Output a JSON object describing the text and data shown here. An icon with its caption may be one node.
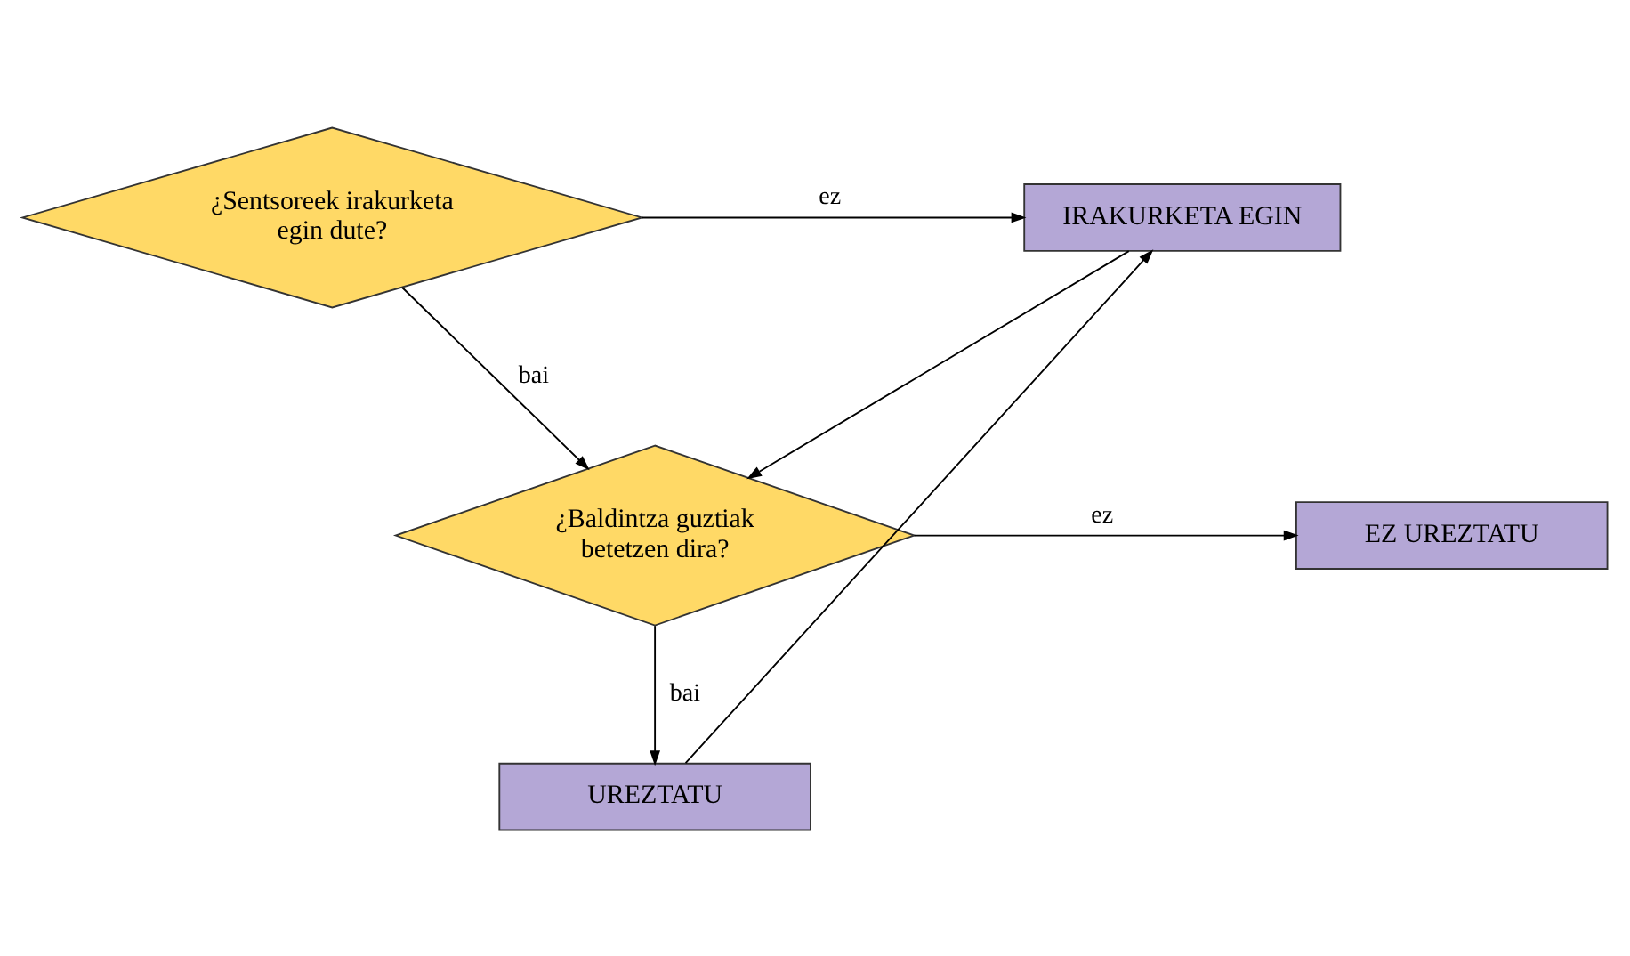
{
  "diagram": {
    "nodes": [
      {
        "text": [
          "¿Sentsoreek irakurketa egin dute?"
        ]
      },
      {
        "text": [
          "IRAKURKETA EGIN"
        ]
      },
      {
        "text": [
          "¿Baldintza guztiak betetzen dira?"
        ]
      },
      {
        "text": [
          "EZ UREZTATU"
        ]
      },
      {
        "text": [
          "UREZTATU"
        ]
      }
    ],
    "edges": [
      {
        "from": 0,
        "to": 1,
        "arrow": "to",
        "label": "ez"
      },
      {
        "from": 0,
        "to": 2,
        "arrow": "to",
        "label": "bai"
      },
      {
        "from": 1,
        "to": 2,
        "arrow": "to"
      },
      {
        "from": 2,
        "to": 3,
        "arrow": "to",
        "label": "ez"
      },
      {
        "from": 2,
        "to": 4,
        "arrow": "to",
        "label": "bai"
      },
      {
        "from": 4,
        "to": 1,
        "arrow": "to"
      }
    ]
  }
}
